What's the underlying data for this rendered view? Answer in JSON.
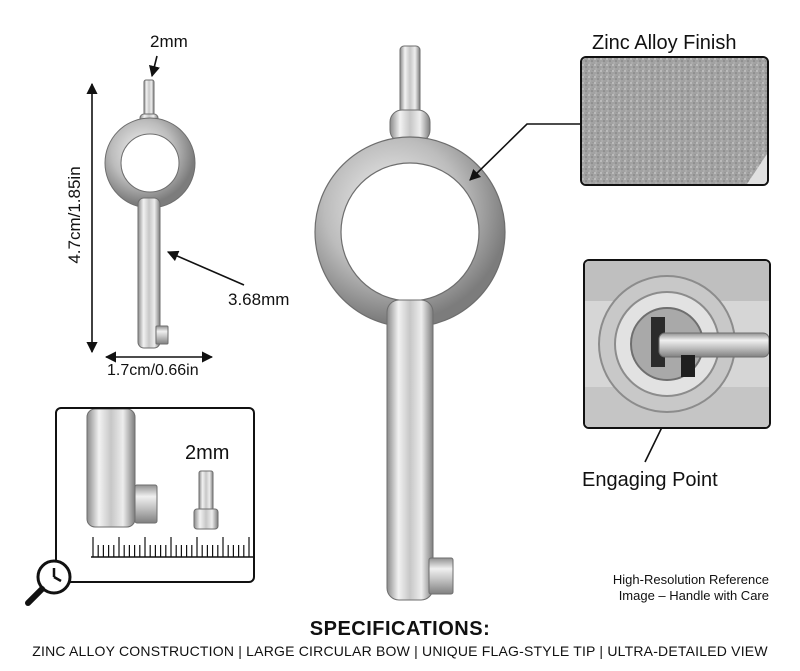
{
  "small_key": {
    "tip_label": "2mm",
    "height_label": "4.7cm/1.85in",
    "shaft_label": "3.68mm",
    "width_label": "1.7cm/0.66in"
  },
  "callouts": {
    "finish_title": "Zinc Alloy Finish",
    "engaging_label": "Engaging Point"
  },
  "closeup": {
    "tip_label": "2mm"
  },
  "note": {
    "line1": "High-Resolution Reference",
    "line2": "Image – Handle with Care"
  },
  "specs": {
    "title": "SPECIFICATIONS:",
    "items": "ZINC ALLOY CONSTRUCTION | LARGE CIRCULAR BOW | UNIQUE FLAG-STYLE TIP | ULTRA-DETAILED VIEW"
  },
  "colors": {
    "metal_light": "#e6e6e6",
    "metal_mid": "#bdbdbd",
    "metal_dark": "#7a7a7a",
    "ink": "#111111"
  },
  "icons": {
    "zoom": "magnifier-clock-icon"
  }
}
